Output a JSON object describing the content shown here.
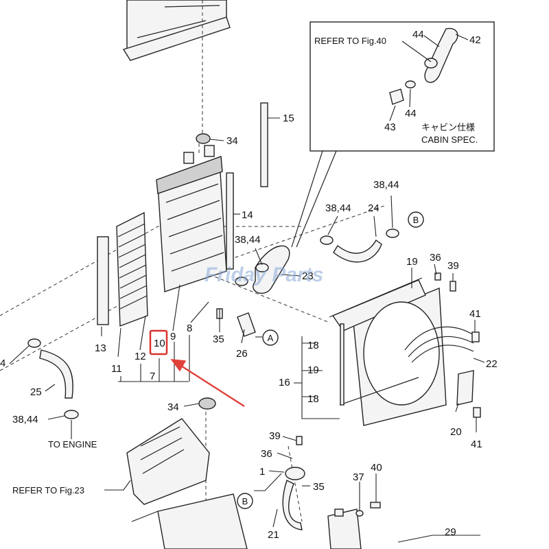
{
  "watermark": "Friday Parts",
  "inset": {
    "refer": "REFER TO Fig.40",
    "note_jp": "キャビン仕様",
    "note_en": "CABIN SPEC.",
    "labels": [
      "44",
      "42",
      "44",
      "43"
    ]
  },
  "callouts": {
    "c15": "15",
    "c34a": "34",
    "c14": "14",
    "c3844a": "38,44",
    "c3844b": "38,44",
    "c3844c": "38,44",
    "c24": "24",
    "c23": "23",
    "c19a": "19",
    "c36a": "36",
    "c39a": "39",
    "c41a": "41",
    "c22": "22",
    "c13": "13",
    "c11": "11",
    "c12": "12",
    "c10": "10",
    "c9": "9",
    "c8": "8",
    "c7": "7",
    "c35a": "35",
    "c26": "26",
    "c18a": "18",
    "c19b": "19",
    "c16": "16",
    "c18b": "18",
    "c20": "20",
    "c41b": "41",
    "c4": "4",
    "c25": "25",
    "c3844d": "38,44",
    "c34b": "34",
    "c39b": "39",
    "c36b": "36",
    "c1": "1",
    "c35b": "35",
    "c37": "37",
    "c40": "40",
    "c21": "21",
    "c29": "29"
  },
  "refs": {
    "to_engine": "TO ENGINE",
    "refer_fig23": "REFER TO Fig.23",
    "circle_a": "A",
    "circle_b": "B"
  },
  "highlight": {
    "part": "10",
    "color": "#d8322c"
  }
}
